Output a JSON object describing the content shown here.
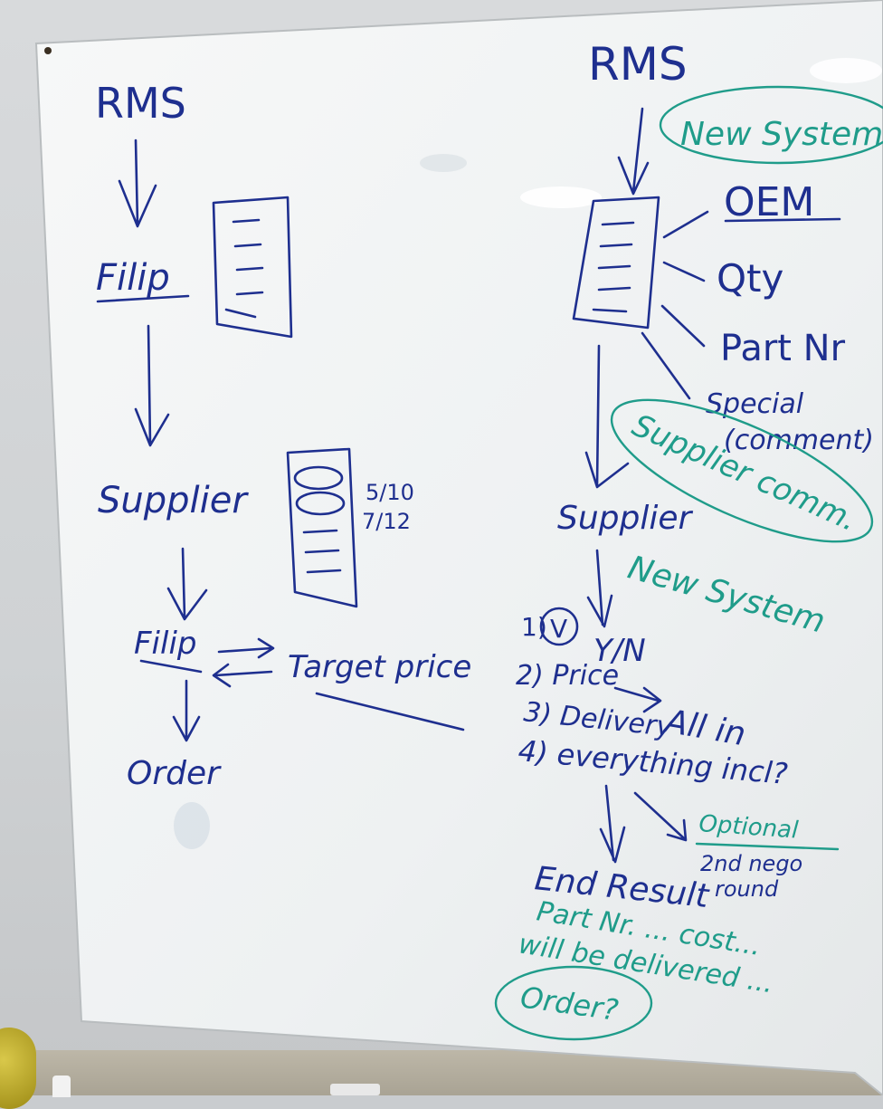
{
  "left": {
    "rms": "RMS",
    "filip_top": "Filip",
    "supplier": "Supplier",
    "date_1": "5/10",
    "date_2": "7/12",
    "filip_bottom": "Filip",
    "target_price": "Target price",
    "order": "Order"
  },
  "right": {
    "rms": "RMS",
    "new_system_top": "New System",
    "oem": "OEM",
    "qty": "Qty",
    "part_nr": "Part Nr",
    "special": "Special",
    "comment": "(comment)",
    "supplier_comm": "Supplier comm.",
    "supplier": "Supplier",
    "new_system_mid": "New System",
    "list_1": "1)",
    "list_1_mark": "V",
    "list_1_text": "Y/N",
    "list_2": "2) Price",
    "list_2_result": "All in",
    "list_3": "3) Delivery",
    "list_4": "4) everything incl?",
    "optional": "Optional",
    "second_nego": "2nd nego",
    "round": "round",
    "end_result": "End Result",
    "line_a": "Part Nr. ... cost...",
    "line_b": "will be delivered ...",
    "order_q": "Order?"
  },
  "colors": {
    "blue_marker": "#1e2f8f",
    "teal_marker": "#1f9c8a",
    "board": "#f3f5f6"
  }
}
